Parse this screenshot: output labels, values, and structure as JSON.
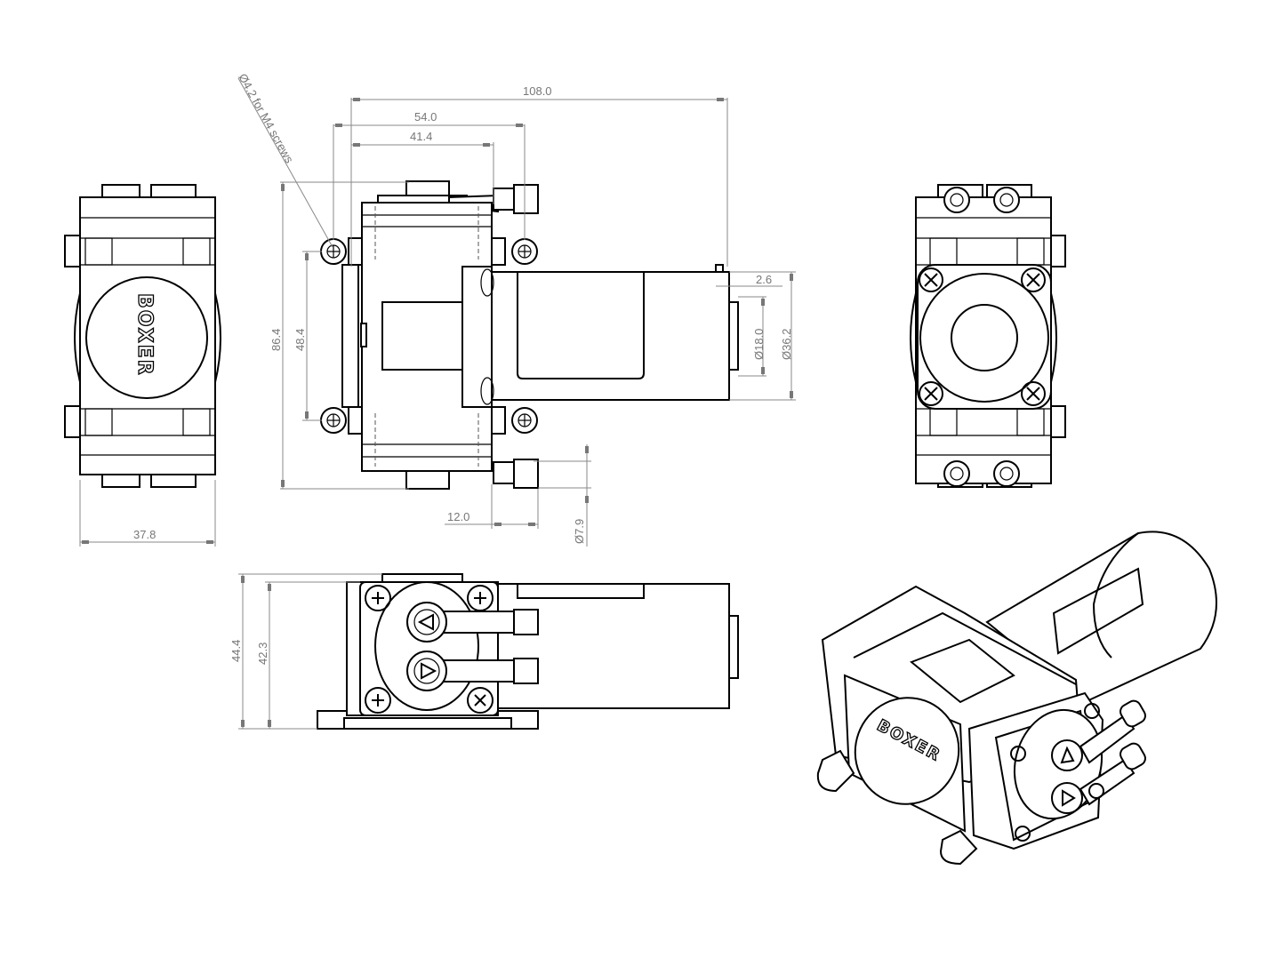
{
  "drawing": {
    "brand": "BOXER",
    "dimensions": {
      "overall_length": "108.0",
      "mount_hole_spacing_x": "54.0",
      "body_length": "41.4",
      "screw_note": "Ø4.2 for M4 screws",
      "overall_height": "86.4",
      "mount_hole_spacing_y": "48.4",
      "motor_step": "2.6",
      "shaft_boss_dia": "Ø18.0",
      "motor_dia": "Ø36.2",
      "fitting_length": "12.0",
      "fitting_dia": "Ø7.9",
      "body_width": "37.8",
      "side_height": "44.4",
      "side_body_height": "42.3"
    }
  }
}
